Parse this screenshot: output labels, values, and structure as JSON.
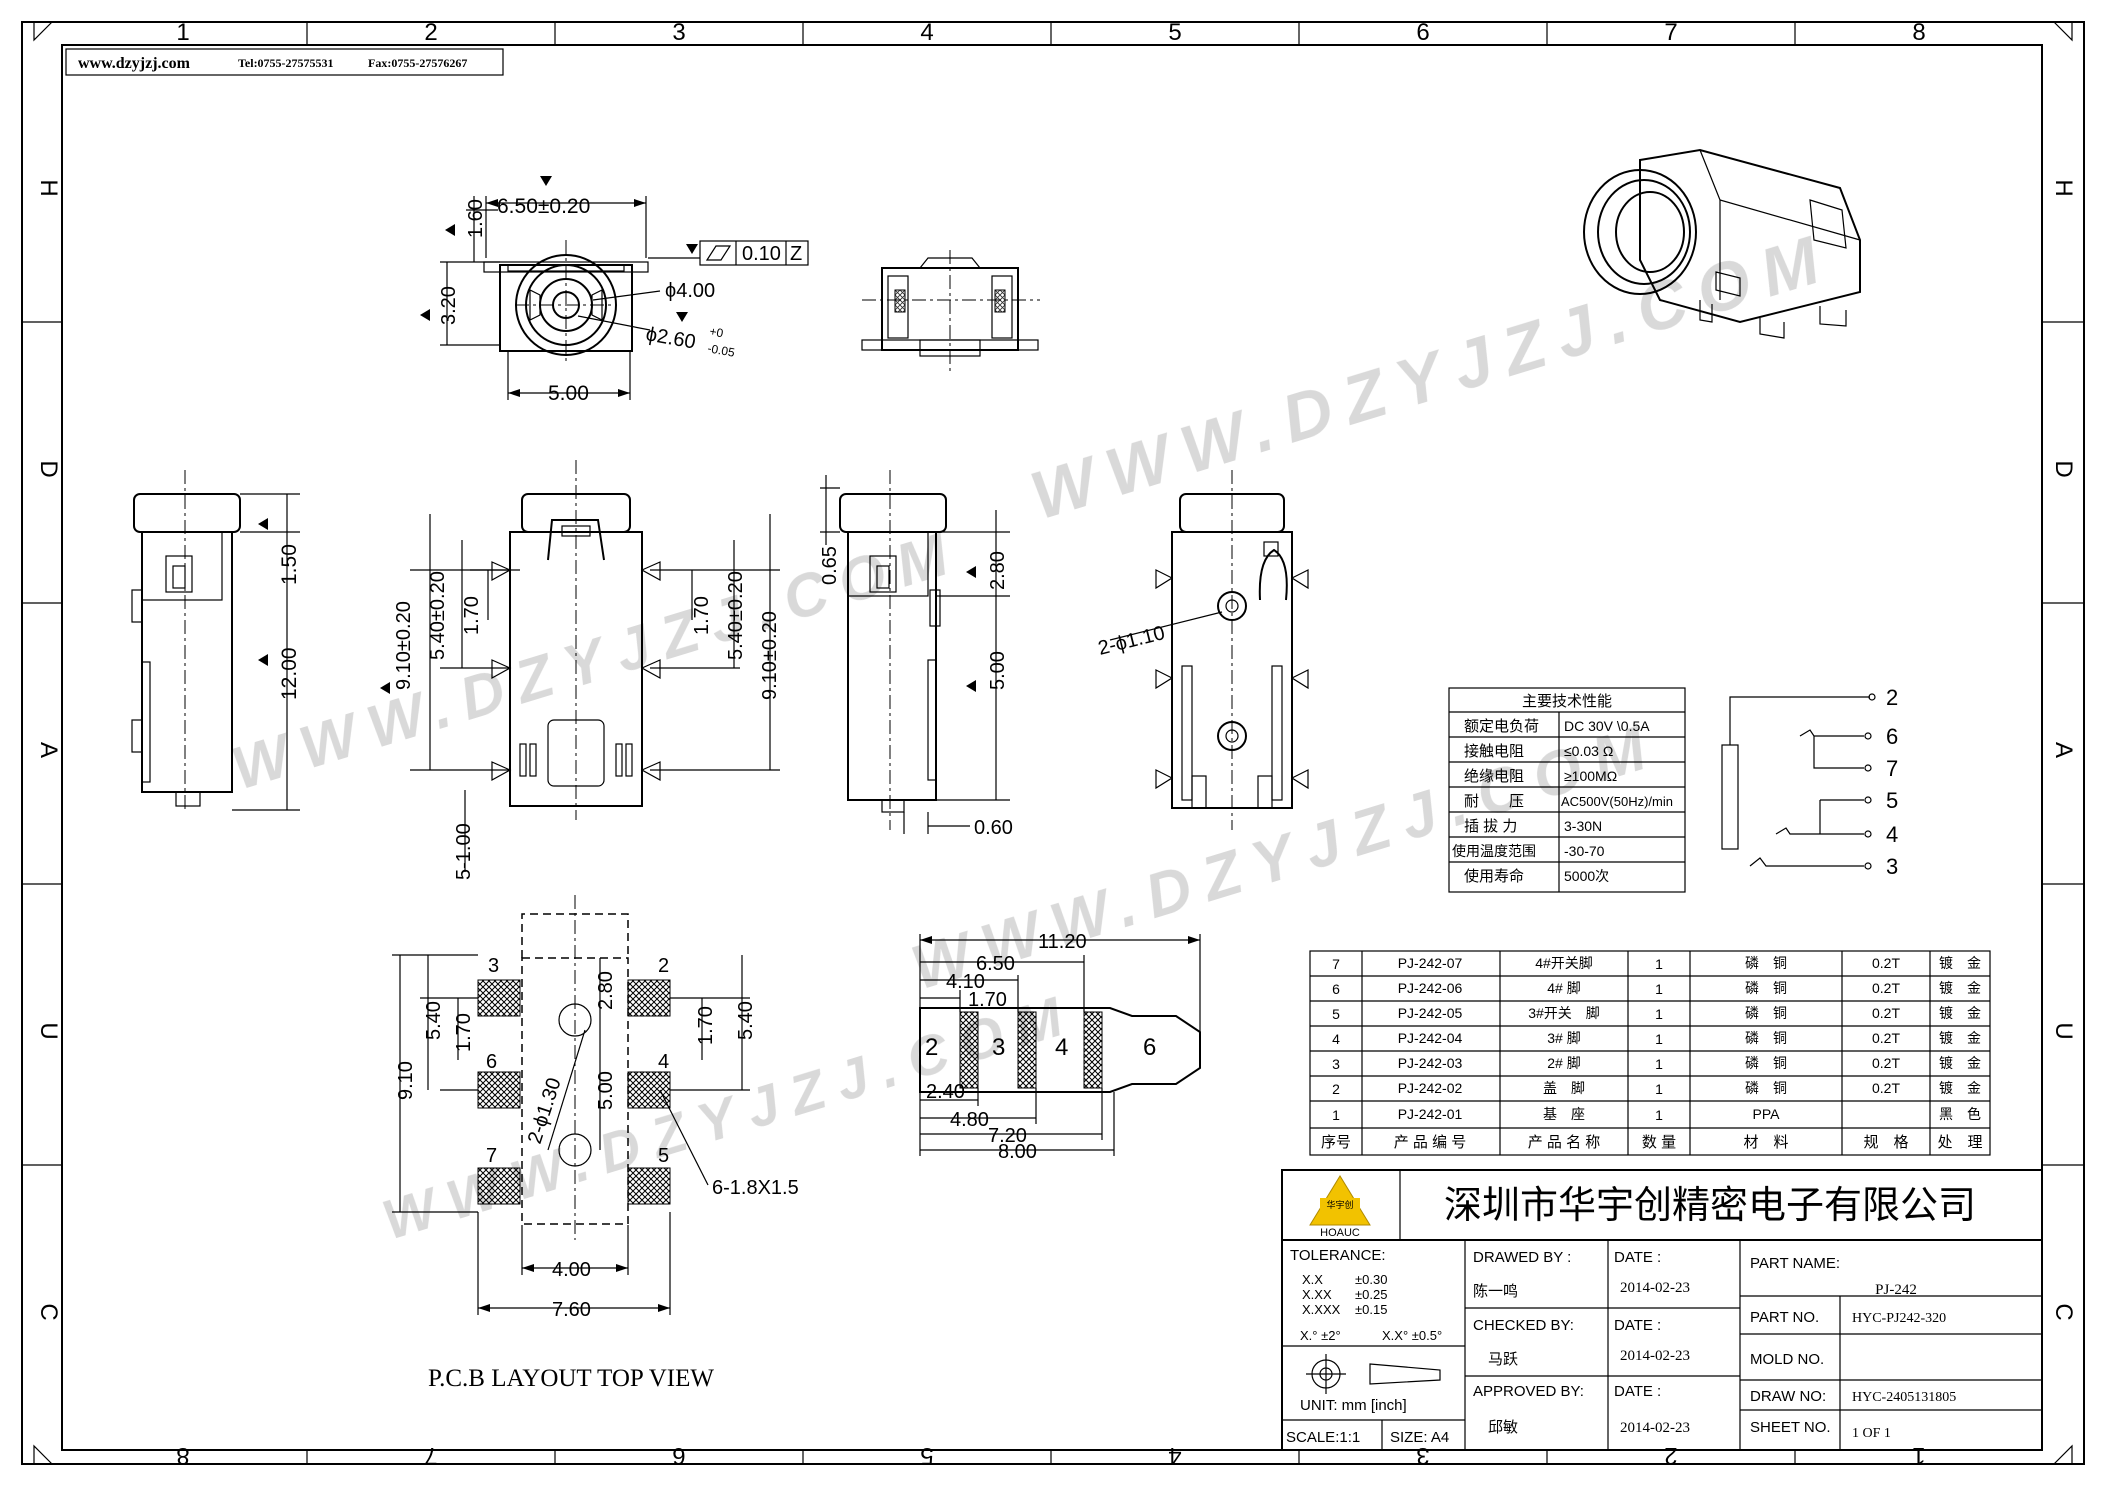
{
  "header": {
    "website": "www.dzyjzj.com",
    "tel": "Tel:0755-27575531",
    "fax": "Fax:0755-27576267"
  },
  "frame": {
    "top_columns": [
      "1",
      "2",
      "3",
      "4",
      "5",
      "6",
      "7",
      "8"
    ],
    "bottom_columns": [
      "8",
      "7",
      "6",
      "5",
      "4",
      "3",
      "2",
      "1"
    ],
    "left_rows": [
      "H",
      "D",
      "A",
      "U",
      "C"
    ],
    "right_rows": [
      "H",
      "D",
      "A",
      "U",
      "C"
    ]
  },
  "watermark": "WWW.DZYJZJ.COM",
  "front_view": {
    "dim_width_top": "6.50±0.20",
    "dim_1_60": "1.60",
    "dim_3_20": "3.20",
    "dim_phi4": "ϕ4.00",
    "dim_phi2_6": "ϕ2.60",
    "tol_plus": "+0",
    "tol_minus": "-0.05",
    "dim_width_bottom": "5.00",
    "flatness_value": "0.10",
    "flatness_datum": "Z"
  },
  "side_views": {
    "dim_1_50": "1.50",
    "dim_12_00": "12.00",
    "dim_9_10_left": "9.10±0.20",
    "dim_5_40_left": "5.40±0.20",
    "dim_1_70_left": "1.70",
    "dim_1_70_right": "1.70",
    "dim_5_40_right": "5.40±0.20",
    "dim_9_10_right": "9.10±0.20",
    "dim_5_1_00": "5-1.00",
    "dim_0_65": "0.65",
    "dim_2_80": "2.80",
    "dim_5_00": "5.00",
    "dim_0_60": "0.60",
    "dim_2_phi1_10": "2-ϕ1.10"
  },
  "pcb": {
    "title": "P.C.B LAYOUT TOP VIEW",
    "pad_numbers": [
      "3",
      "2",
      "6",
      "4",
      "7",
      "5"
    ],
    "dim_5_40_left": "5.40",
    "dim_1_70_left": "1.70",
    "dim_9_10": "9.10",
    "dim_2_80": "2.80",
    "dim_1_70_right": "1.70",
    "dim_5_40_right": "5.40",
    "dim_2_phi1_30": "2-ϕ1.30",
    "dim_5_00": "5.00",
    "dim_pad_size": "6-1.8X1.5",
    "dim_4_00": "4.00",
    "dim_7_60": "7.60"
  },
  "plug": {
    "segments": [
      "2",
      "3",
      "4",
      "6"
    ],
    "dim_11_20": "11.20",
    "dim_6_50": "6.50",
    "dim_4_10": "4.10",
    "dim_1_70": "1.70",
    "dim_2_40": "2.40",
    "dim_4_80": "4.80",
    "dim_7_20": "7.20",
    "dim_8_00": "8.00"
  },
  "tech_table": {
    "title": "主要技术性能",
    "rows": [
      [
        "额定电负荷",
        "DC 30V \\0.5A"
      ],
      [
        "接触电阻",
        "≤0.03 Ω"
      ],
      [
        "绝缘电阻",
        "≥100MΩ"
      ],
      [
        "耐　　压",
        "AC500V(50Hz)/min"
      ],
      [
        "插 拔 力",
        "3-30N"
      ],
      [
        "使用温度范围",
        "-30-70"
      ],
      [
        "使用寿命",
        "5000次"
      ]
    ]
  },
  "schematic": {
    "pins": [
      "2",
      "6",
      "7",
      "5",
      "4",
      "3"
    ]
  },
  "bom": {
    "header": [
      "序号",
      "产 品 编 号",
      "产 品 名 称",
      "数 量",
      "材　料",
      "规　格",
      "处　理"
    ],
    "rows": [
      [
        "7",
        "PJ-242-07",
        "4#开关脚",
        "1",
        "磷　铜",
        "0.2T",
        "镀　金"
      ],
      [
        "6",
        "PJ-242-06",
        "4# 脚",
        "1",
        "磷　铜",
        "0.2T",
        "镀　金"
      ],
      [
        "5",
        "PJ-242-05",
        "3#开关　脚",
        "1",
        "磷　铜",
        "0.2T",
        "镀　金"
      ],
      [
        "4",
        "PJ-242-04",
        "3# 脚",
        "1",
        "磷　铜",
        "0.2T",
        "镀　金"
      ],
      [
        "3",
        "PJ-242-03",
        "2# 脚",
        "1",
        "磷　铜",
        "0.2T",
        "镀　金"
      ],
      [
        "2",
        "PJ-242-02",
        "盖　脚",
        "1",
        "磷　铜",
        "0.2T",
        "镀　金"
      ],
      [
        "1",
        "PJ-242-01",
        "基　座",
        "1",
        "PPA",
        "",
        "黑　色"
      ]
    ]
  },
  "title_block": {
    "company": "深圳市华宇创精密电子有限公司",
    "logo_text": "HOAUC",
    "logo_badge": "华宇创",
    "tolerance_label": "TOLERANCE:",
    "tol_xx": "X.X",
    "tol_xx_v": "±0.30",
    "tol_xxx": "X.XX",
    "tol_xxx_v": "±0.25",
    "tol_xxxx": "X.XXX",
    "tol_xxxx_v": "±0.15",
    "tol_ang1": "X.° ±2°",
    "tol_ang2": "X.X° ±0.5°",
    "unit": "UNIT: mm [inch]",
    "scale": "SCALE:1:1",
    "size": "SIZE: A4",
    "drawed_by_label": "DRAWED BY :",
    "drawed_by": "陈一鸣",
    "checked_by_label": "CHECKED BY:",
    "checked_by": "马跃",
    "approved_by_label": "APPROVED BY:",
    "approved_by": "邱敏",
    "date_label": "DATE :",
    "date1": "2014-02-23",
    "date2": "2014-02-23",
    "date3": "2014-02-23",
    "part_name_label": "PART NAME:",
    "part_name": "PJ-242",
    "part_no_label": "PART NO.",
    "part_no": "HYC-PJ242-320",
    "mold_no_label": "MOLD NO.",
    "mold_no": "",
    "draw_no_label": "DRAW NO:",
    "draw_no": "HYC-2405131805",
    "sheet_no_label": "SHEET NO.",
    "sheet_no": "1 OF 1"
  }
}
